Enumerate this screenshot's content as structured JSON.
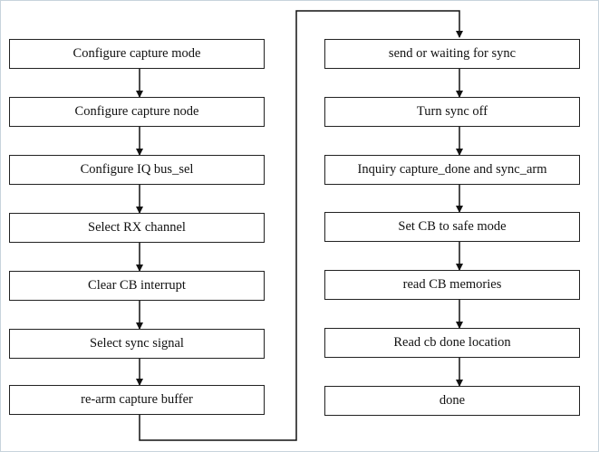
{
  "flowchart": {
    "left_steps": [
      "Configure capture mode",
      "Configure capture node",
      "Configure IQ bus_sel",
      "Select RX channel",
      "Clear CB interrupt",
      "Select sync signal",
      "re-arm capture buffer"
    ],
    "right_steps": [
      "send or waiting for sync",
      "Turn sync off",
      "Inquiry capture_done and sync_arm",
      "Set CB to safe mode",
      "read CB memories",
      "Read cb done location",
      "done"
    ]
  }
}
